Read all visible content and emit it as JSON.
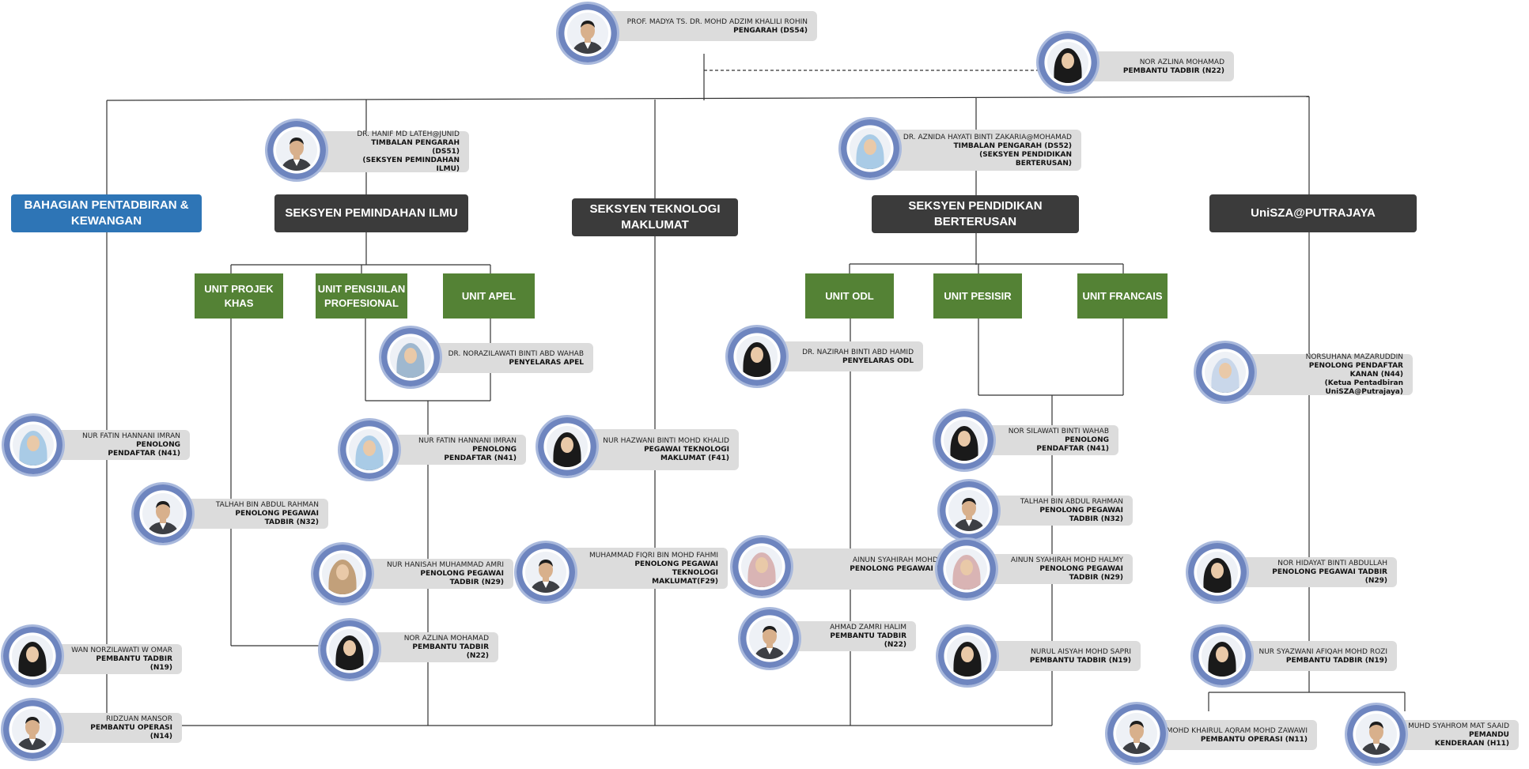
{
  "colors": {
    "dept_dark": "#3b3b3b",
    "dept_blue": "#2e75b6",
    "unit_green": "#548235",
    "pill_bg": "#dcdcdc",
    "ring": "#6e85bf",
    "line": "#333333"
  },
  "departments": [
    {
      "id": "bpk",
      "label": "BAHAGIAN PENTADBIRAN & KEWANGAN",
      "style": "blue"
    },
    {
      "id": "spi",
      "label": "SEKSYEN PEMINDAHAN ILMU",
      "style": "dark"
    },
    {
      "id": "stm",
      "label": "SEKSYEN TEKNOLOGI MAKLUMAT",
      "style": "dark"
    },
    {
      "id": "spb",
      "label": "SEKSYEN PENDIDIKAN BERTERUSAN",
      "style": "dark"
    },
    {
      "id": "put",
      "label": "UniSZA@PUTRAJAYA",
      "style": "dark"
    }
  ],
  "units": [
    {
      "id": "upk",
      "label": "UNIT PROJEK KHAS"
    },
    {
      "id": "upp",
      "label": "UNIT PENSIJILAN PROFESIONAL"
    },
    {
      "id": "uap",
      "label": "UNIT APEL"
    },
    {
      "id": "uodl",
      "label": "UNIT ODL"
    },
    {
      "id": "upes",
      "label": "UNIT PESISIR"
    },
    {
      "id": "ufr",
      "label": "UNIT FRANCAIS"
    }
  ],
  "people": [
    {
      "id": "p1",
      "name": "PROF. MADYA TS. DR. MOHD ADZIM KHALILI ROHIN",
      "title": "PENGARAH (DS54)",
      "hijab": false,
      "hijab_color": ""
    },
    {
      "id": "p2",
      "name": "NOR AZLINA MOHAMAD",
      "title": "PEMBANTU TADBIR (N22)",
      "hijab": true,
      "hijab_color": "#1a1a1a"
    },
    {
      "id": "p3",
      "name": "DR. HANIF MD LATEH@JUNID",
      "title": "TIMBALAN PENGARAH (DS51)\n(SEKSYEN PEMINDAHAN ILMU)",
      "hijab": false,
      "hijab_color": ""
    },
    {
      "id": "p4",
      "name": "DR. AZNIDA HAYATI BINTI ZAKARIA@MOHAMAD",
      "title": "TIMBALAN PENGARAH (DS52)\n(SEKSYEN PENDIDIKAN BERTERUSAN)",
      "hijab": true,
      "hijab_color": "#a9cbe6"
    },
    {
      "id": "p5",
      "name": "DR. NORAZILAWATI BINTI ABD WAHAB",
      "title": "PENYELARAS APEL",
      "hijab": true,
      "hijab_color": "#9fb8cf"
    },
    {
      "id": "p6",
      "name": "DR. NAZIRAH BINTI ABD HAMID",
      "title": "PENYELARAS ODL",
      "hijab": true,
      "hijab_color": "#1a1a1a"
    },
    {
      "id": "p7",
      "name": "NORSUHANA MAZARUDDIN",
      "title": "PENOLONG PENDAFTAR KANAN (N44)\n(Ketua Pentadbiran UniSZA@Putrajaya)",
      "hijab": true,
      "hijab_color": "#c9d7ea"
    },
    {
      "id": "p8",
      "name": "NUR FATIN HANNANI IMRAN",
      "title": "PENOLONG PENDAFTAR (N41)",
      "hijab": true,
      "hijab_color": "#a9cbe6"
    },
    {
      "id": "p9",
      "name": "TALHAH BIN ABDUL RAHMAN",
      "title": "PENOLONG PEGAWAI TADBIR (N32)",
      "hijab": false,
      "hijab_color": ""
    },
    {
      "id": "p10",
      "name": "NUR FATIN HANNANI IMRAN",
      "title": "PENOLONG PENDAFTAR (N41)",
      "hijab": true,
      "hijab_color": "#a9cbe6"
    },
    {
      "id": "p11",
      "name": "NUR HAZWANI BINTI MOHD KHALID",
      "title": "PEGAWAI TEKNOLOGI\nMAKLUMAT (F41)",
      "hijab": true,
      "hijab_color": "#1a1a1a"
    },
    {
      "id": "p12",
      "name": "NOR SILAWATI BINTI WAHAB",
      "title": "PENOLONG PENDAFTAR (N41)",
      "hijab": true,
      "hijab_color": "#1a1a1a"
    },
    {
      "id": "p13",
      "name": "TALHAH BIN ABDUL RAHMAN",
      "title": "PENOLONG PEGAWAI TADBIR (N32)",
      "hijab": false,
      "hijab_color": ""
    },
    {
      "id": "p14",
      "name": "NUR HANISAH MUHAMMAD AMRI",
      "title": "PENOLONG PEGAWAI TADBIR (N29)",
      "hijab": true,
      "hijab_color": "#c2a07a"
    },
    {
      "id": "p15",
      "name": "MUHAMMAD FIQRI BIN MOHD FAHMI",
      "title": "PENOLONG PEGAWAI TEKNOLOGI\nMAKLUMAT(F29)",
      "hijab": false,
      "hijab_color": ""
    },
    {
      "id": "p16",
      "name": "AINUN SYAHIRAH MOHD HALMY",
      "title": "PENOLONG PEGAWAI TADBIR\n(N29)",
      "hijab": true,
      "hijab_color": "#d9b4b4"
    },
    {
      "id": "p17",
      "name": "AINUN SYAHIRAH MOHD HALMY",
      "title": "PENOLONG PEGAWAI TADBIR (N29)",
      "hijab": true,
      "hijab_color": "#d9b4b4"
    },
    {
      "id": "p18",
      "name": "NOR HIDAYAT BINTI ABDULLAH",
      "title": "PENOLONG PEGAWAI TADBIR (N29)",
      "hijab": true,
      "hijab_color": "#1a1a1a"
    },
    {
      "id": "p19",
      "name": "NOR AZLINA MOHAMAD",
      "title": "PEMBANTU TADBIR (N22)",
      "hijab": true,
      "hijab_color": "#1a1a1a"
    },
    {
      "id": "p20",
      "name": "AHMAD ZAMRI HALIM",
      "title": "PEMBANTU TADBIR (N22)",
      "hijab": false,
      "hijab_color": ""
    },
    {
      "id": "p21",
      "name": "WAN NORZILAWATI W OMAR",
      "title": "PEMBANTU TADBIR (N19)",
      "hijab": true,
      "hijab_color": "#1a1a1a"
    },
    {
      "id": "p22",
      "name": "NURUL AISYAH MOHD SAPRI",
      "title": "PEMBANTU TADBIR (N19)",
      "hijab": true,
      "hijab_color": "#1a1a1a"
    },
    {
      "id": "p23",
      "name": "NUR SYAZWANI AFIQAH MOHD ROZI",
      "title": "PEMBANTU TADBIR (N19)",
      "hijab": true,
      "hijab_color": "#1a1a1a"
    },
    {
      "id": "p24",
      "name": "RIDZUAN MANSOR",
      "title": "PEMBANTU OPERASI (N14)",
      "hijab": false,
      "hijab_color": ""
    },
    {
      "id": "p25",
      "name": "MOHD KHAIRUL AQRAM MOHD ZAWAWI",
      "title": "PEMBANTU OPERASI (N11)",
      "hijab": false,
      "hijab_color": ""
    },
    {
      "id": "p26",
      "name": "MUHD SYAHROM MAT SAAID",
      "title": "PEMANDU KENDERAAN (H11)",
      "hijab": false,
      "hijab_color": ""
    }
  ]
}
